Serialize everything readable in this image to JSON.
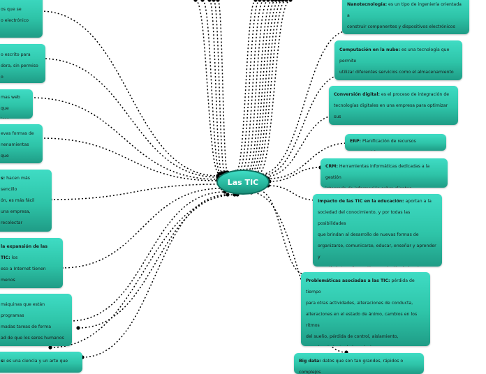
{
  "center": {
    "label": "Las TIC"
  },
  "nodes": {
    "n_left_1": {
      "bold": "",
      "text": "os que se\no electrónico"
    },
    "n_left_2": {
      "bold": "",
      "text": "o escrito para\ndora, sin permiso o"
    },
    "n_left_3": {
      "bold": "",
      "text": "mas web que\nicar"
    },
    "n_left_4": {
      "bold": "",
      "text": "evas formas de\nnenamientas que"
    },
    "n_left_5": {
      "bold": "s:",
      "text": " hacen más sencillo\nón, es más fácil\nuna empresa, recolectar\nente, tomar las\nciendo"
    },
    "n_left_6": {
      "bold": "la expansión de las TIC:",
      "text": " los\neso a Internet tienen menos\ntener éxito académico y de"
    },
    "n_left_7": {
      "bold": "",
      "text": "máquinas que están programas\nmadas tareas de forma\nad de que los seres humanos"
    },
    "n_left_8": {
      "bold": "s:",
      "text": " es una ciencia y un arte que"
    },
    "n_nano": {
      "bold": "Nanotecnología:",
      "text": " es un tipo de ingeniería orientada a\nconstruir componentes y dispositivos electrónicos\nmedidos en nanómetros"
    },
    "n_cloud": {
      "bold": "Computación en la nube:",
      "text": " es una tecnología que permite\nutilizar diferentes servicios como el almacenamiento de\narchivos"
    },
    "n_digital": {
      "bold": "Conversión digital:",
      "text": " es el proceso de integración de\ntecnologías digitales en una empresa para optimizar sus\nprocesos"
    },
    "n_erp": {
      "bold": "ERP:",
      "text": " Planificación de recursos empresariales"
    },
    "n_crm": {
      "bold": "CRM:",
      "text": " Herramientas informáticas dedicadas a la gestión\nintegrada de información sobre clientes."
    },
    "n_edu": {
      "bold": "Impacto de las TIC en la educación:",
      "text": " aportan a la\nsociedad del conocimiento, y por todas las posibilidades\nque brindan al desarrollo de nuevas formas de\norganizarse, comunicarse, educar, enseñar y aprender y\ncon ello la transformación y evolución de la misma\nsociedad."
    },
    "n_prob": {
      "bold": "Problemáticas asociadas a las TIC:",
      "text": " pérdida de tiempo\npara otras actividades, alteraciones de conducta,\nalteraciones en el estado de ánimo, cambios en los ritmos\ndel sueño, pérdida de control, aislamiento,\nempobrecimiento de las relaciones"
    },
    "n_big": {
      "bold": "Big data:",
      "text": " datos que son tan grandes, rápidos o complejos"
    }
  },
  "colors": {
    "node_fill": "#2ec4a8",
    "node_border": "#1f9c86",
    "connector": "#000000",
    "center_text": "#ffffff"
  }
}
